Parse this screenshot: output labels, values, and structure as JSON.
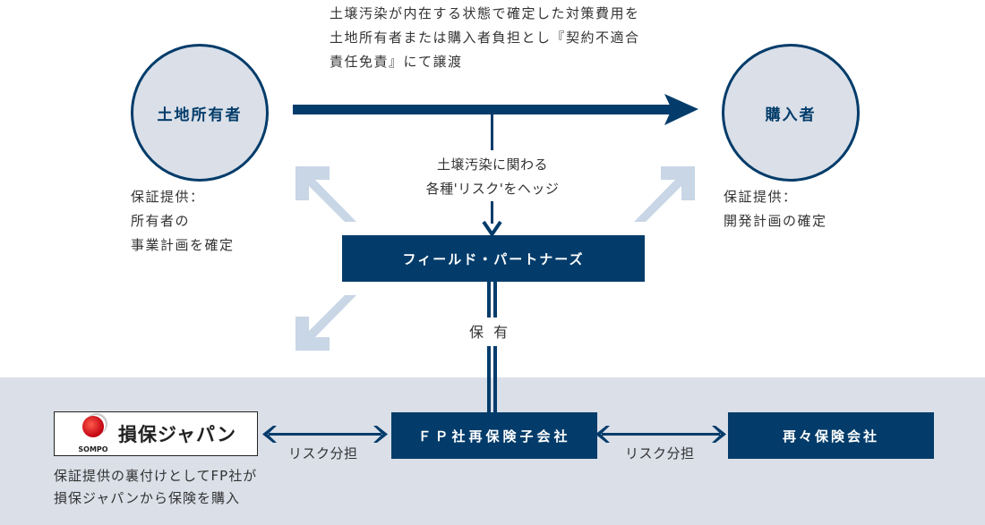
{
  "colors": {
    "navy": "#033c6a",
    "light_arrow": "#c8d6e6",
    "band": "#dadfe8",
    "text": "#333333"
  },
  "top_note": {
    "lines": [
      "土壌汚染が内在する状態で確定した対策費用を",
      "土地所有者または購入者負担とし『契約不適合",
      "責任免責』にて譲渡"
    ]
  },
  "landowner": {
    "label": "土地所有者",
    "note_lines": [
      "保証提供：",
      "所有者の",
      "事業計画を確定"
    ]
  },
  "buyer": {
    "label": "購入者",
    "note_lines": [
      "保証提供：",
      "開発計画の確定"
    ]
  },
  "hedge_note": {
    "lines": [
      "土壌汚染に関わる",
      "各種'リスク'をヘッジ"
    ]
  },
  "field_partners": {
    "label": "フィールド・パートナーズ"
  },
  "holding_label": "保 有",
  "sompo": {
    "wordmark": "SOMPO",
    "name": "損保ジャパン",
    "note_lines": [
      "保証提供の裏付けとしてFP社が",
      "損保ジャパンから保険を購入"
    ]
  },
  "fp_reinsurance": {
    "label": "ＦＰ社再保険子会社"
  },
  "retrocession": {
    "label": "再々保険会社"
  },
  "risk_share_left": "リスク分担",
  "risk_share_right": "リスク分担"
}
